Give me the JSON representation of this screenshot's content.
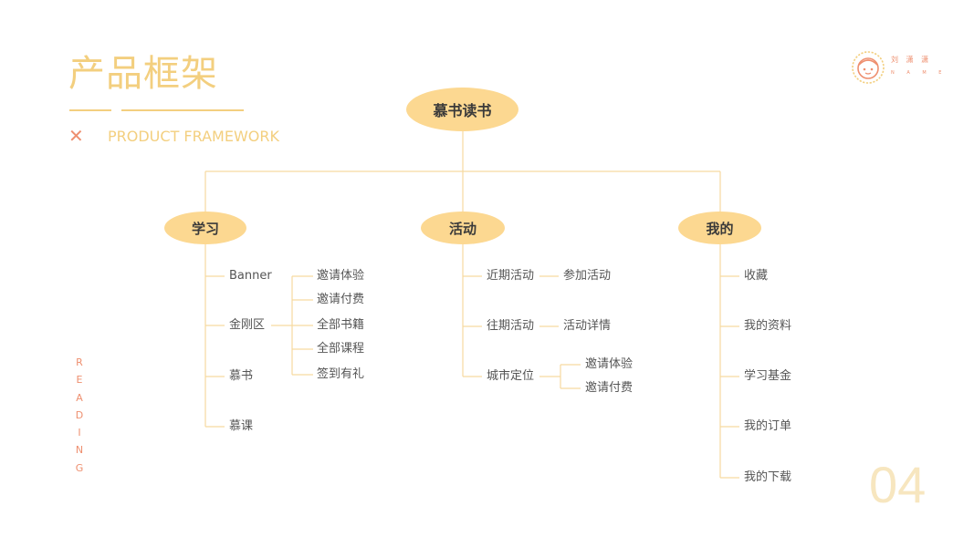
{
  "header": {
    "title": "产品框架",
    "subtitle": "PRODUCT FRAMEWORK",
    "close_glyph": "✕",
    "vertical_letters": [
      "R",
      "E",
      "A",
      "D",
      "I",
      "N",
      "G"
    ],
    "page_number": "04"
  },
  "logo": {
    "name": "刘 潇 潇",
    "sub": "N A M E"
  },
  "colors": {
    "accent": "#f3cf7f",
    "node_fill": "#fcd891",
    "orange": "#ee8f6f",
    "line": "#f6d9a0"
  },
  "tree": {
    "root": "慕书读书",
    "branches": [
      {
        "label": "学习",
        "children": [
          {
            "label": "Banner"
          },
          {
            "label": "金刚区",
            "children": [
              "邀请体验",
              "邀请付费",
              "全部书籍",
              "全部课程",
              "签到有礼"
            ]
          },
          {
            "label": "慕书"
          },
          {
            "label": "慕课"
          }
        ]
      },
      {
        "label": "活动",
        "children": [
          {
            "label": "近期活动",
            "children": [
              "参加活动"
            ]
          },
          {
            "label": "往期活动",
            "children": [
              "活动详情"
            ]
          },
          {
            "label": "城市定位",
            "children": [
              "邀请体验",
              "邀请付费"
            ]
          }
        ]
      },
      {
        "label": "我的",
        "children": [
          {
            "label": "收藏"
          },
          {
            "label": "我的资料"
          },
          {
            "label": "学习基金"
          },
          {
            "label": "我的订单"
          },
          {
            "label": "我的下载"
          }
        ]
      }
    ]
  }
}
